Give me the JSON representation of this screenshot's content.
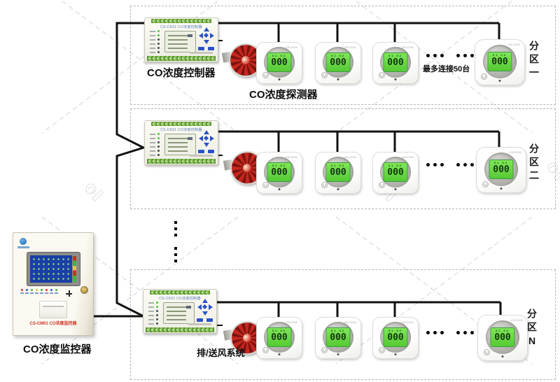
{
  "zones": [
    {
      "label": "分区一"
    },
    {
      "label": "分区二"
    },
    {
      "label": "分区N"
    }
  ],
  "monitor": {
    "caption": "CO浓度监控器",
    "panel_label": "CS-CM01 CO浓度监控器"
  },
  "controller": {
    "caption": "CO浓度控制器",
    "title_label": "CS-CK01 CO浓度控制器"
  },
  "detector": {
    "caption": "CO浓度探测器",
    "model_label": "CS-CC01",
    "lcd_status": "01 02",
    "lcd_reading": "000"
  },
  "annotations": {
    "max_connect": "最多连接50台",
    "fan_system": "排/送风系统"
  },
  "colors": {
    "wire": "#111111",
    "accent_blue": "#2a52c8",
    "alarm_red": "#c42720",
    "lcd_green": "#6ede4a",
    "screen_blue": "#1b3fa6",
    "terminal_green": "#6aa33a"
  }
}
